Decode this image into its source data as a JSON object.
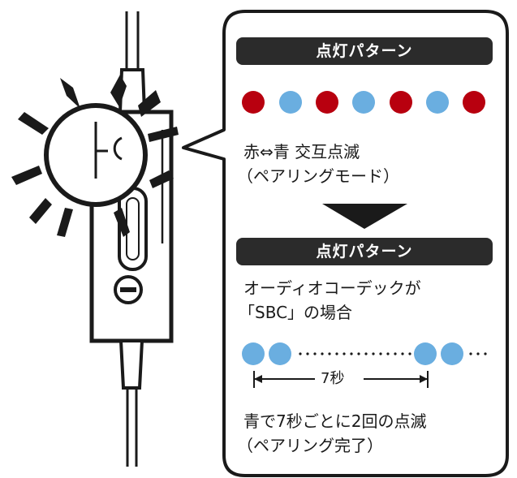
{
  "colors": {
    "red": "#b8000f",
    "blue": "#6aaee0",
    "ink": "#1a1a1a",
    "header_bg": "#2b2b2b"
  },
  "pattern1": {
    "header": "点灯パターン",
    "dots": [
      "red",
      "blue",
      "red",
      "blue",
      "red",
      "blue",
      "red"
    ],
    "line1": "赤⇔青 交互点滅",
    "line2": "（ペアリングモード）"
  },
  "pattern2": {
    "header": "点灯パターン",
    "line1": "オーディオコーデックが",
    "line2": "「SBC」の場合",
    "interval": "7秒",
    "line3": "青で7秒ごとに2回の点滅",
    "line4": "（ペアリング完了）"
  },
  "icons": [
    "earphone-cable",
    "remote-control",
    "minus-button-icon",
    "light-burst-icon",
    "arrow-down-icon"
  ]
}
